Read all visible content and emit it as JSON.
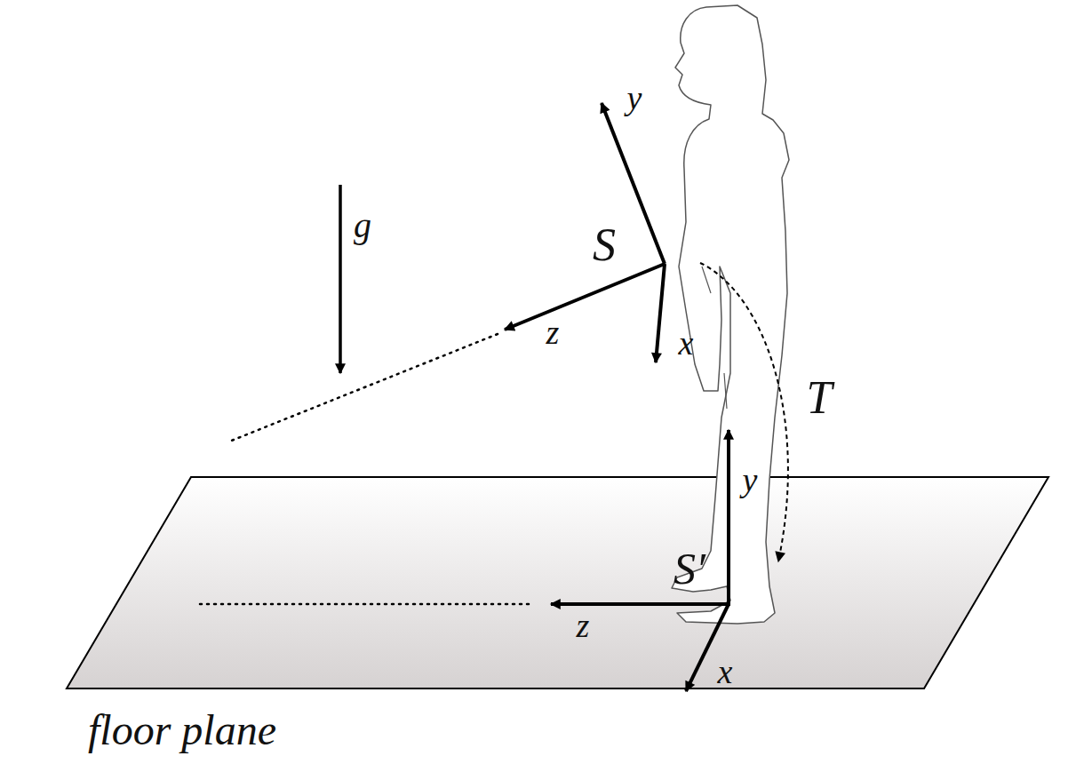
{
  "diagram": {
    "labels": [
      "y",
      "S",
      "z",
      "x",
      "g",
      "T",
      "y",
      "S′",
      "z",
      "x",
      "floor plane"
    ]
  }
}
